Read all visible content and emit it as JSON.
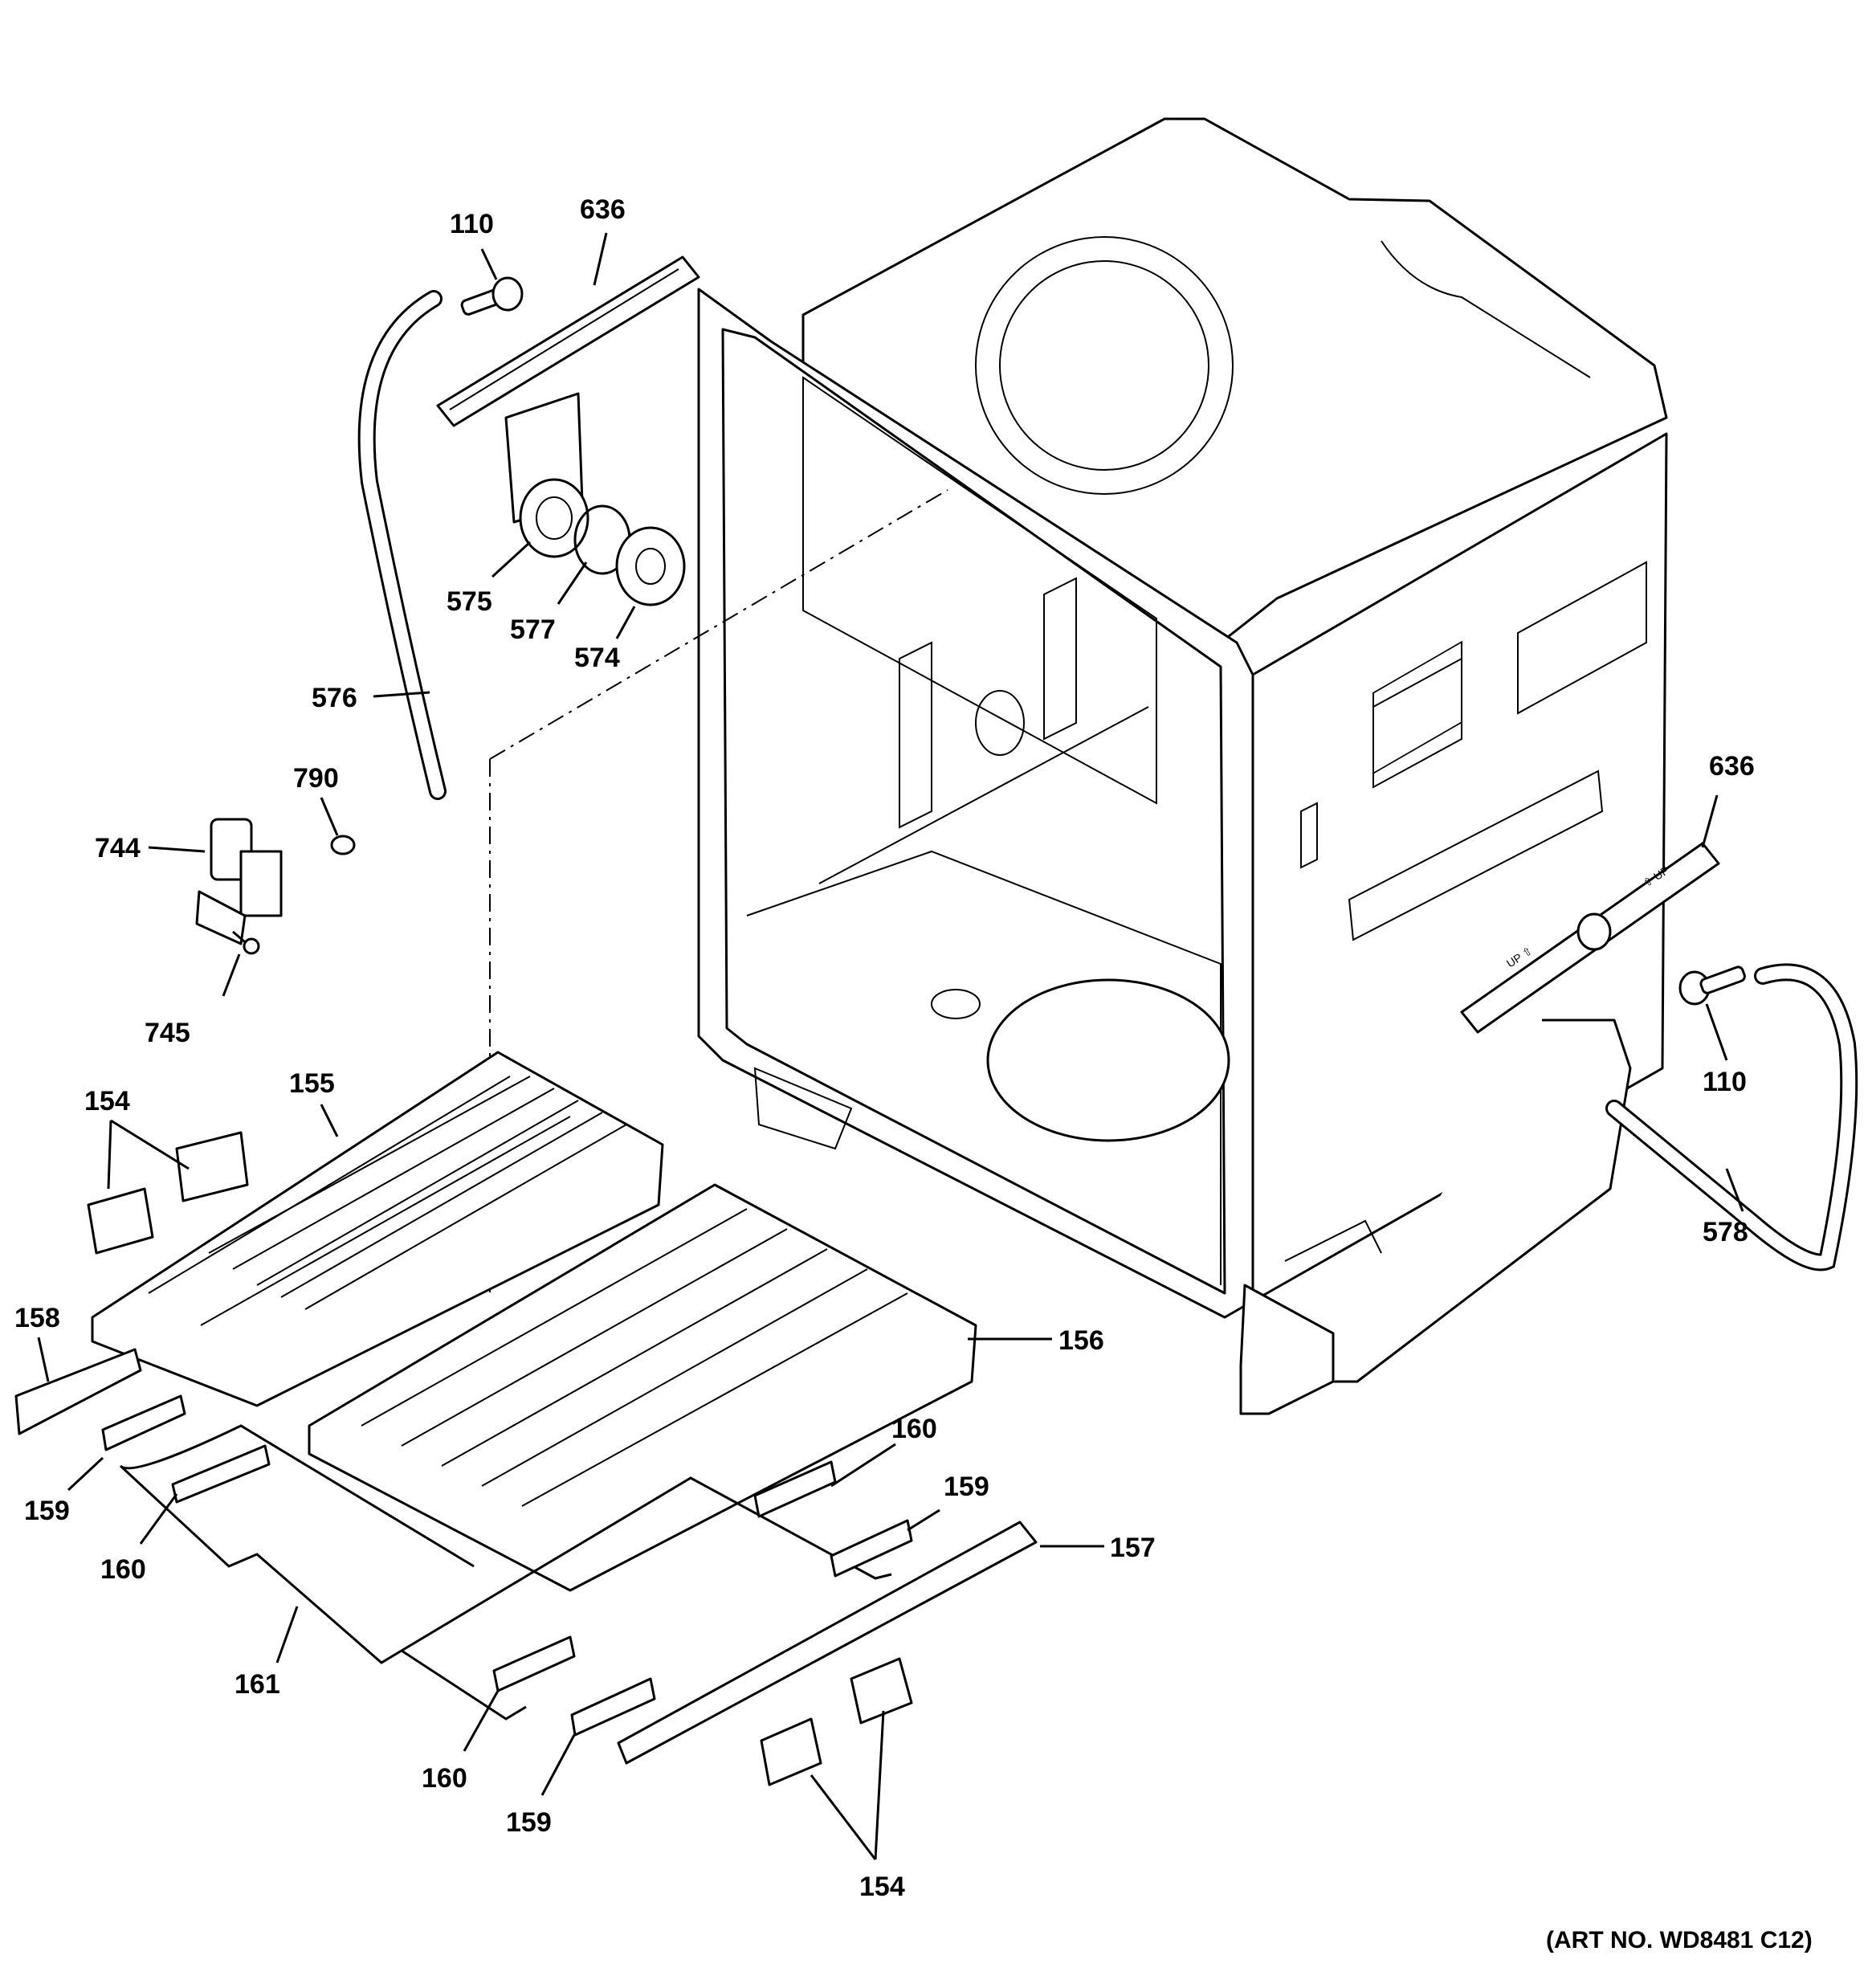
{
  "diagram": {
    "art_number": "(ART NO. WD8481 C12)",
    "callouts": {
      "c110_top": "110",
      "c636_top": "636",
      "c575": "575",
      "c577": "577",
      "c574": "574",
      "c576": "576",
      "c790": "790",
      "c744": "744",
      "c745": "745",
      "c154_left": "154",
      "c155": "155",
      "c158": "158",
      "c156": "156",
      "c159_left": "159",
      "c160_left": "160",
      "c161": "161",
      "c160_mid": "160",
      "c159_bottom": "159",
      "c154_bottom": "154",
      "c160_right": "160",
      "c159_right": "159",
      "c157": "157",
      "c636_right": "636",
      "c110_right": "110",
      "c578": "578"
    },
    "plate_text": {
      "up_left": "UP ⇧",
      "up_right": "⇧ UP"
    }
  }
}
